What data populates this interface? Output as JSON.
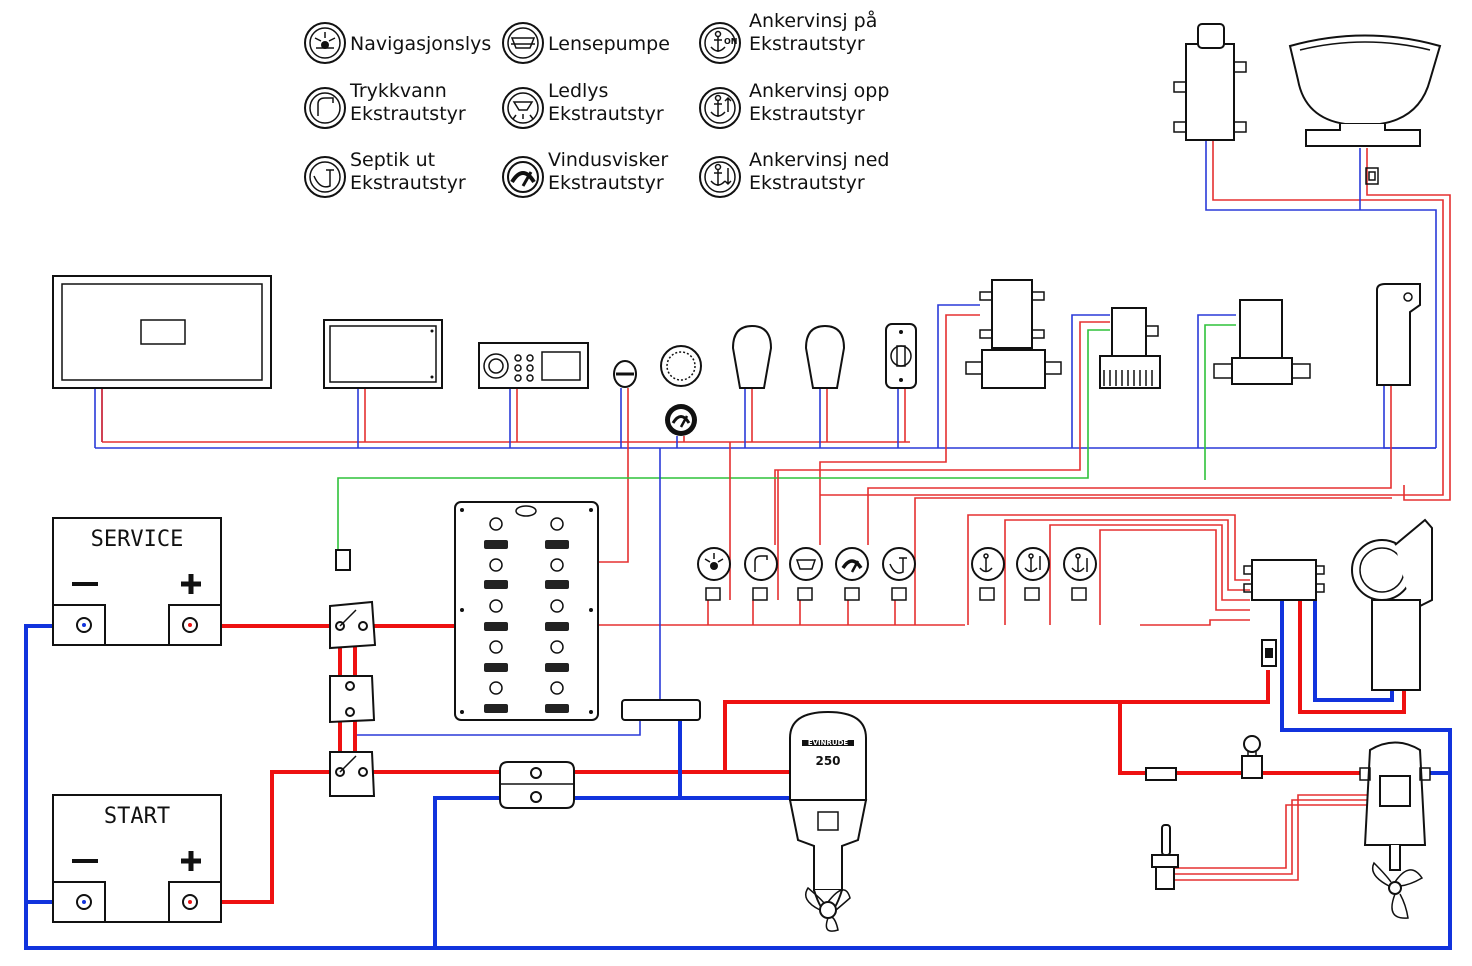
{
  "legend": [
    {
      "icon": "navigation-light-icon",
      "line1": "Navigasjonslys",
      "line2": ""
    },
    {
      "icon": "bilge-pump-icon",
      "line1": "Lensepumpe",
      "line2": ""
    },
    {
      "icon": "anchor-winch-on-icon",
      "line1": "Ankervinsj på",
      "line2": "Ekstrautstyr"
    },
    {
      "icon": "pressure-water-icon",
      "line1": "Trykkvann",
      "line2": "Ekstrautstyr"
    },
    {
      "icon": "led-light-icon",
      "line1": "Ledlys",
      "line2": "Ekstrautstyr"
    },
    {
      "icon": "anchor-winch-up-icon",
      "line1": "Ankervinsj opp",
      "line2": "Ekstrautstyr"
    },
    {
      "icon": "septic-out-icon",
      "line1": "Septik ut",
      "line2": "Ekstrautstyr"
    },
    {
      "icon": "wiper-icon",
      "line1": "Vindusvisker",
      "line2": "Ekstrautstyr"
    },
    {
      "icon": "anchor-winch-down-icon",
      "line1": "Ankervinsj ned",
      "line2": "Ekstrautstyr"
    }
  ],
  "batteries": {
    "service": {
      "label": "SERVICE",
      "minus": "−",
      "plus": "+"
    },
    "start": {
      "label": "START",
      "minus": "−",
      "plus": "+"
    }
  },
  "engine": {
    "brand": "EVINRUDE",
    "hp": "250"
  },
  "colors": {
    "positive_wire": "#ee1111",
    "negative_wire": "#1133dd",
    "signal_wire": "#2fc23a",
    "outline": "#111111"
  }
}
